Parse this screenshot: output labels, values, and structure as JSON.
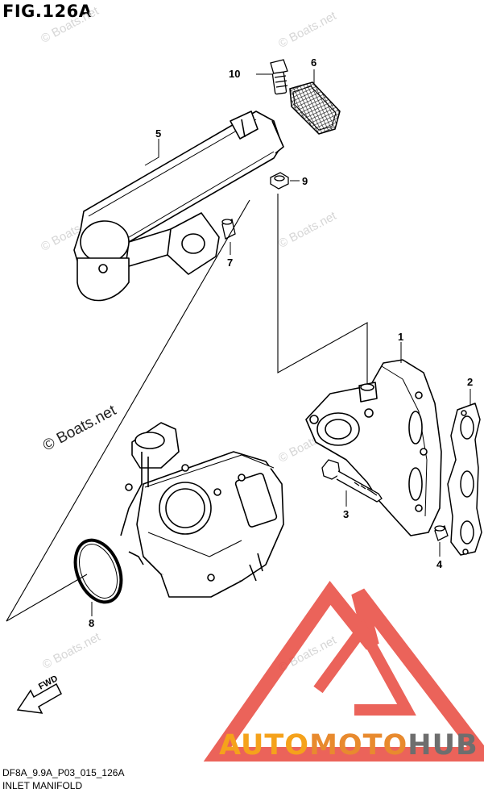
{
  "figure": {
    "title": "FIG.126A",
    "code": "DF8A_9.9A_P03_015_126A",
    "name": "INLET MANIFOLD"
  },
  "callouts": [
    {
      "id": "10",
      "label": "10"
    },
    {
      "id": "6",
      "label": "6"
    },
    {
      "id": "5",
      "label": "5"
    },
    {
      "id": "9",
      "label": "9"
    },
    {
      "id": "7",
      "label": "7"
    },
    {
      "id": "1",
      "label": "1"
    },
    {
      "id": "2",
      "label": "2"
    },
    {
      "id": "3",
      "label": "3"
    },
    {
      "id": "4",
      "label": "4"
    },
    {
      "id": "8",
      "label": "8"
    }
  ],
  "watermark": {
    "text": "© Boats.net"
  },
  "direction_marker": {
    "label": "FWD",
    "icon": "fwd-arrow-icon"
  },
  "brand": {
    "part1": "AUTO",
    "part2": "MOTO",
    "part3": "HUB",
    "colors": {
      "triangle": "#e8483e",
      "auto": "#f5a21b",
      "moto": "#e88a2e",
      "hub": "#6e6e6e"
    }
  }
}
